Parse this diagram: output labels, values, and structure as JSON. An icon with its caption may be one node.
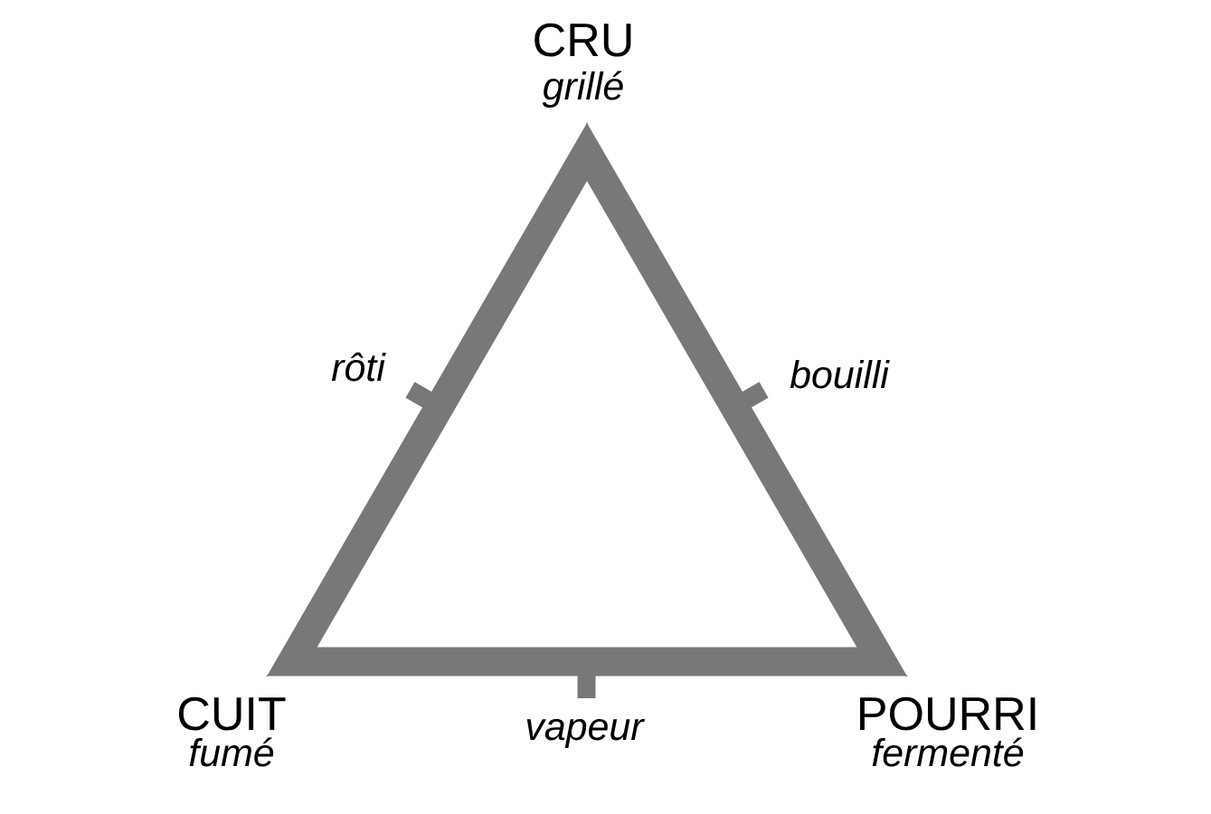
{
  "diagram": {
    "nodes": [
      {
        "text": [
          "CRU",
          "grillé"
        ]
      },
      {
        "text": [
          "CUIT",
          "fumé"
        ]
      },
      {
        "text": [
          "POURRI",
          "fermenté"
        ]
      }
    ],
    "edges": [
      {
        "from": 0,
        "to": 1,
        "arrow": "none",
        "label": "rôti"
      },
      {
        "from": 0,
        "to": 2,
        "arrow": "none",
        "label": "bouilli"
      },
      {
        "from": 1,
        "to": 2,
        "arrow": "none",
        "label": "vapeur"
      }
    ]
  }
}
